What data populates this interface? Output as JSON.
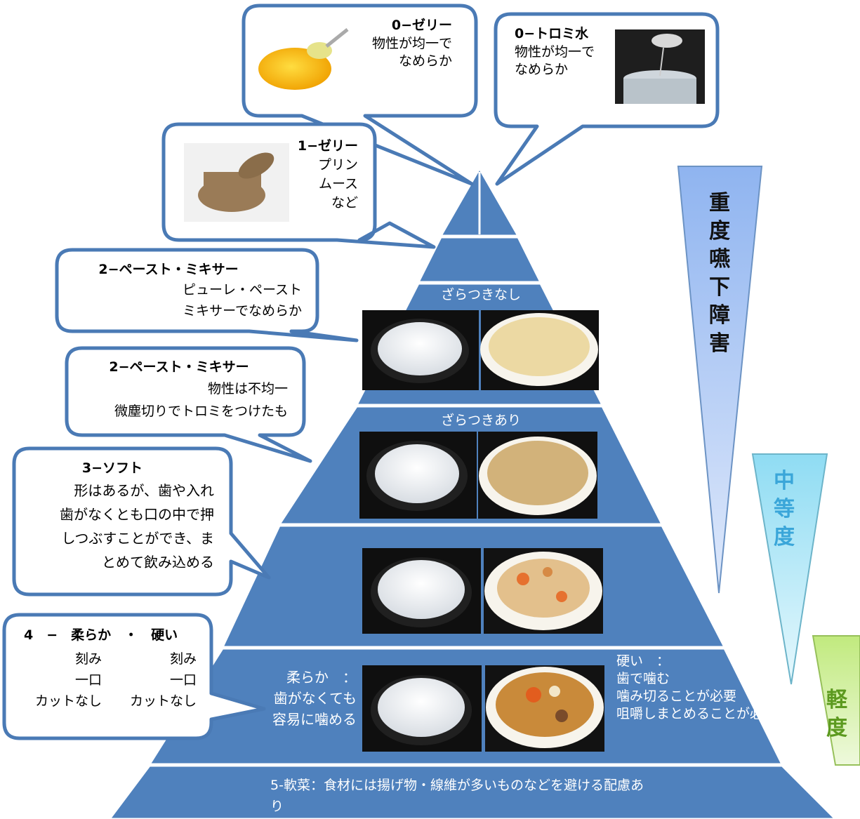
{
  "colors": {
    "pyramid": "#4f81bd",
    "pyramid_dark": "#3a6aa8",
    "bubble_border": "#4a7ab5",
    "severe": "#a9c6f4",
    "moderate": "#a6e8f6",
    "mild": "#cfef9c"
  },
  "callouts": {
    "jelly0": {
      "title": "0−ゼリー",
      "body": "物性が均一で\nなめらか"
    },
    "thick_water": {
      "title": "0−トロミ水",
      "body": "物性が均一で\nなめらか"
    },
    "jelly1": {
      "title": "1−ゼリー",
      "body": "プリン\nムース\nなど"
    },
    "paste_smooth": {
      "title": "2−ペースト・ミキサー",
      "body": "ピューレ・ペースト\nミキサーでなめらか"
    },
    "paste_rough": {
      "title": "2−ペースト・ミキサー",
      "body": "物性は不均一\n微塵切りでトロミをつけたも"
    },
    "soft": {
      "title": "3−ソフト",
      "body": "形はあるが、歯や入れ\n歯がなくとも口の中で押\nしつぶすことができ、ま\nとめて飲み込める"
    },
    "level4": {
      "title": "4　−　柔らか　・　硬い",
      "col1": "刻み\n一口\nカットなし",
      "col2": "刻み\n一口\nカットなし"
    }
  },
  "pyramid": {
    "tier_smooth_label": "ざらつきなし",
    "tier_rough_label": "ざらつきあり",
    "tier4_soft_note": "柔らか　：\n歯がなくても\n容易に噛める",
    "tier4_hard_note": "硬い　：\n歯で噛む\n噛み切ることが必要\n咀嚼しまとめることが必",
    "tier5_label": "5-軟菜：食材には揚げ物・線維が多いものなどを避ける配慮あ\nり"
  },
  "severity": {
    "severe": "重\n度\n嚥\n下\n障\n害",
    "moderate": "中\n等\n度",
    "mild": "軽\n度"
  },
  "photos": [
    {
      "name": "orange-jelly-photo"
    },
    {
      "name": "thickened-water-photo"
    },
    {
      "name": "brown-pudding-photo"
    },
    {
      "name": "smooth-rice-porridge-photo"
    },
    {
      "name": "smooth-paste-photo"
    },
    {
      "name": "rough-rice-porridge-photo"
    },
    {
      "name": "rough-paste-photo"
    },
    {
      "name": "soft-rice-photo"
    },
    {
      "name": "soft-stew-photo"
    },
    {
      "name": "level4-rice-photo"
    },
    {
      "name": "level4-soup-photo"
    }
  ]
}
